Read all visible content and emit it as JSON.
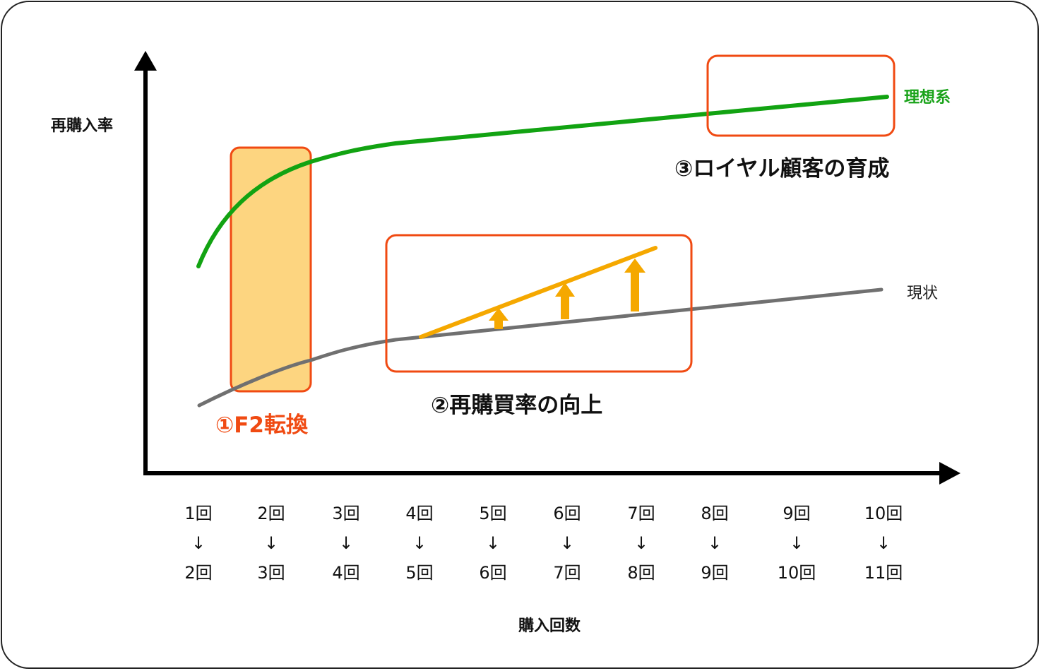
{
  "axes": {
    "y_label": "再購入率",
    "x_label": "購入回数",
    "x_ticks": [
      {
        "from": "1回",
        "arrow": "↓",
        "to": "2回"
      },
      {
        "from": "2回",
        "arrow": "↓",
        "to": "3回"
      },
      {
        "from": "3回",
        "arrow": "↓",
        "to": "4回"
      },
      {
        "from": "4回",
        "arrow": "↓",
        "to": "5回"
      },
      {
        "from": "5回",
        "arrow": "↓",
        "to": "6回"
      },
      {
        "from": "6回",
        "arrow": "↓",
        "to": "7回"
      },
      {
        "from": "7回",
        "arrow": "↓",
        "to": "8回"
      },
      {
        "from": "8回",
        "arrow": "↓",
        "to": "9回"
      },
      {
        "from": "9回",
        "arrow": "↓",
        "to": "10回"
      },
      {
        "from": "10回",
        "arrow": "↓",
        "to": "11回"
      }
    ]
  },
  "series": {
    "ideal": {
      "label": "理想系",
      "color": "#12a312"
    },
    "current": {
      "label": "現状",
      "color": "#707070"
    }
  },
  "annotations": {
    "f2": {
      "label": "①F2転換",
      "color": "#f04a12",
      "fill": "#fdd580"
    },
    "repurchase": {
      "label": "②再購買率の向上",
      "arrow_color": "#f5a800"
    },
    "loyal": {
      "label": "③ロイヤル顧客の育成"
    }
  },
  "colors": {
    "box_border": "#f04a12"
  }
}
